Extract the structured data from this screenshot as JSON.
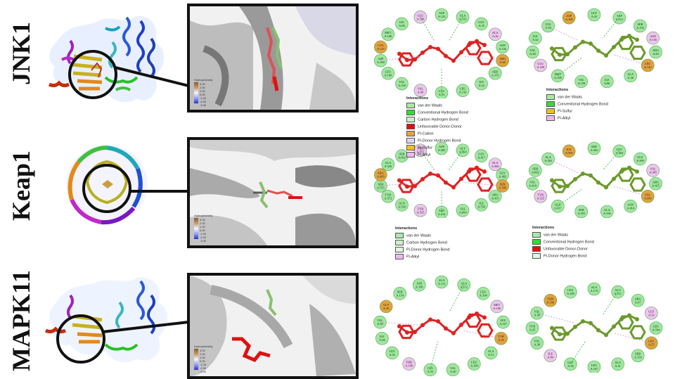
{
  "rows": [
    {
      "label": "JNK1",
      "ligand_color": "red",
      "interactions_main": {
        "title": "Interactions",
        "items": [
          "van der Waals",
          "Conventional Hydrogen Bond",
          "Carbon Hydrogen Bond",
          "Unfavorable Donor-Donor",
          "Pi-Cation",
          "Pi-Donor Hydrogen Bond",
          "Pi-Sulfur",
          "Pi-Alkyl"
        ],
        "colors": [
          "#a6eaa6",
          "#33dd33",
          "#ccf0cc",
          "#dd1111",
          "#e6a23a",
          "#ddd3f3",
          "#f0c020",
          "#f0b8f0"
        ]
      },
      "interactions_ref": {
        "title": "Interactions",
        "items": [
          "van der Waals",
          "Conventional Hydrogen Bond",
          "Pi-Sulfur",
          "Pi-Alkyl"
        ],
        "colors": [
          "#a6eaa6",
          "#33dd33",
          "#f0c020",
          "#f0b8f0"
        ]
      },
      "residues_main": [
        {
          "t": "ASP",
          "n": "A:112"
        },
        {
          "t": "ALA",
          "n": "A:113"
        },
        {
          "t": "GLY",
          "n": "A:35"
        },
        {
          "t": "ALA",
          "n": "A:36"
        },
        {
          "t": "ASN",
          "n": "A:156"
        },
        {
          "t": "ARG",
          "n": "A:69"
        },
        {
          "t": "SER",
          "n": "A:155"
        },
        {
          "t": "ILE",
          "n": "A:32"
        },
        {
          "t": "LEU",
          "n": "A:110"
        },
        {
          "t": "LYS",
          "n": "A:55"
        },
        {
          "t": "VAL",
          "n": "A:40"
        },
        {
          "t": "VAL",
          "n": "A:158"
        },
        {
          "t": "LEU",
          "n": "A:168"
        },
        {
          "t": "ASP",
          "n": "A:169"
        },
        {
          "t": "CYS",
          "n": "A:116"
        },
        {
          "t": "MET",
          "n": "A:108"
        },
        {
          "t": "ILE",
          "n": "A:86"
        },
        {
          "t": "GLU",
          "n": "A:109"
        }
      ],
      "residues_ref": [
        {
          "t": "GLY",
          "n": "A:35"
        },
        {
          "t": "ASP",
          "n": "A:112"
        },
        {
          "t": "SER",
          "n": "A:155"
        },
        {
          "t": "ASN",
          "n": "A:156"
        },
        {
          "t": "ARG",
          "n": "A:69"
        },
        {
          "t": "LEU",
          "n": "A:110"
        },
        {
          "t": "ALA",
          "n": "A:36"
        },
        {
          "t": "ILE",
          "n": "A:86"
        },
        {
          "t": "VAL",
          "n": "A:158"
        },
        {
          "t": "MET",
          "n": "A:108"
        },
        {
          "t": "GLU",
          "n": "A:109"
        },
        {
          "t": "VAL",
          "n": "A:40"
        },
        {
          "t": "ILE",
          "n": "A:32"
        },
        {
          "t": "LYS",
          "n": "A:55"
        },
        {
          "t": "ASP",
          "n": "A:169"
        }
      ]
    },
    {
      "label": "Keap1",
      "ligand_color": "red",
      "interactions_main": {
        "title": "Interactions",
        "items": [
          "van der Waals",
          "Carbon Hydrogen Bond",
          "Pi-Donor Hydrogen Bond",
          "Pi-Alkyl"
        ],
        "colors": [
          "#a6eaa6",
          "#ccf0cc",
          "#ddf7dd",
          "#f0b8f0"
        ]
      },
      "interactions_ref": {
        "title": "Interactions",
        "items": [
          "van der Waals",
          "Conventional Hydrogen Bond",
          "Unfavorable Donor-Donor",
          "Pi-Donor Hydrogen Bond"
        ],
        "colors": [
          "#a6eaa6",
          "#33dd33",
          "#dd1111",
          "#ddf7dd"
        ]
      },
      "residues_main": [
        {
          "t": "ASP",
          "n": "A:389"
        },
        {
          "t": "GLY",
          "n": "A:364"
        },
        {
          "t": "GLY",
          "n": "A:417"
        },
        {
          "t": "ALA",
          "n": "A:366"
        },
        {
          "t": "GLY",
          "n": "A:462"
        },
        {
          "t": "SER",
          "n": "A:508"
        },
        {
          "t": "ARG",
          "n": "A:415"
        },
        {
          "t": "ILE",
          "n": "A:559"
        },
        {
          "t": "VAL",
          "n": "A:604"
        },
        {
          "t": "ASN",
          "n": "A:414"
        },
        {
          "t": "TYR",
          "n": "A:525"
        },
        {
          "t": "GLN",
          "n": "A:530"
        },
        {
          "t": "TYR",
          "n": "A:572"
        },
        {
          "t": "SER",
          "n": "A:555"
        },
        {
          "t": "ARG",
          "n": "A:483"
        },
        {
          "t": "ALA",
          "n": "A:556"
        },
        {
          "t": "SER",
          "n": "A:602"
        },
        {
          "t": "PHE",
          "n": "A:577"
        }
      ],
      "residues_ref": [
        {
          "t": "SER",
          "n": "A:363"
        },
        {
          "t": "GLY",
          "n": "A:364"
        },
        {
          "t": "GLY",
          "n": "A:509"
        },
        {
          "t": "VAL",
          "n": "A:465"
        },
        {
          "t": "ARG",
          "n": "A:415"
        },
        {
          "t": "VAL",
          "n": "A:606"
        },
        {
          "t": "ASN",
          "n": "A:414"
        },
        {
          "t": "ALA",
          "n": "A:556"
        },
        {
          "t": "SER",
          "n": "A:555"
        },
        {
          "t": "GLY",
          "n": "A:417"
        },
        {
          "t": "TYR",
          "n": "A:525"
        },
        {
          "t": "VAL",
          "n": "A:418"
        },
        {
          "t": "SER",
          "n": "A:602"
        },
        {
          "t": "ALA",
          "n": "A:366"
        },
        {
          "t": "ILE",
          "n": "A:559"
        }
      ]
    },
    {
      "label": "MAPK11",
      "ligand_color": "red",
      "interactions_main": {
        "title": "",
        "items": [],
        "colors": []
      },
      "interactions_ref": {
        "title": "",
        "items": [],
        "colors": []
      },
      "residues_main": [
        {
          "t": "ALA",
          "n": "A:111"
        },
        {
          "t": "ALA",
          "n": "A:112"
        },
        {
          "t": "LEU",
          "n": "A:104"
        },
        {
          "t": "MET",
          "n": "A:106"
        },
        {
          "t": "LEU",
          "n": "A:167"
        },
        {
          "t": "TYR",
          "n": "A:35"
        },
        {
          "t": "ALA",
          "n": "A:51"
        },
        {
          "t": "LEU",
          "n": "A:108"
        },
        {
          "t": "VAL",
          "n": "A:30"
        },
        {
          "t": "LYS",
          "n": "A:53"
        },
        {
          "t": "THR",
          "n": "A:106"
        },
        {
          "t": "GLY",
          "n": "A:33"
        },
        {
          "t": "ILE",
          "n": "A:84"
        },
        {
          "t": "VAL",
          "n": "A:38"
        },
        {
          "t": "GLY",
          "n": "A:36"
        },
        {
          "t": "SER",
          "n": "A:154"
        },
        {
          "t": "ASP",
          "n": "A:168"
        }
      ],
      "residues_ref": [
        {
          "t": "ALA",
          "n": "A:172"
        },
        {
          "t": "ALA",
          "n": "A:111"
        },
        {
          "t": "ARG",
          "n": "A:67"
        },
        {
          "t": "GLY",
          "n": "A:33"
        },
        {
          "t": "LEU",
          "n": "A:104"
        },
        {
          "t": "LEU",
          "n": "A:55"
        },
        {
          "t": "SER",
          "n": "A:154"
        },
        {
          "t": "ALA",
          "n": "A:51"
        },
        {
          "t": "LEU",
          "n": "A:167"
        },
        {
          "t": "GLY",
          "n": "A:36"
        },
        {
          "t": "ILE",
          "n": "A:84"
        },
        {
          "t": "VAL",
          "n": "A:38"
        },
        {
          "t": "TYR",
          "n": "A:35"
        },
        {
          "t": "VAL",
          "n": "A:30"
        },
        {
          "t": "THR",
          "n": "A:106"
        },
        {
          "t": "LEU",
          "n": "A:108"
        }
      ]
    }
  ],
  "hydrophobicity": {
    "title": "Hydrophobicity",
    "ticks_top": [
      "3.00",
      "2.00",
      "1.00",
      "0.00",
      "-1.00",
      "-2.00",
      "-3.00"
    ],
    "ticks_mid": [
      "3.00",
      "2.00",
      "1.00",
      "0.00",
      "-1.00",
      "-2.00",
      "-3.00"
    ],
    "ticks_bot": [
      "3.00",
      "2.00",
      "1.00",
      "0.00",
      "-1.00",
      "-2.00",
      "-3.00"
    ]
  },
  "colors": {
    "ligand_red": "#dd2222",
    "ligand_green": "#6a9a2a",
    "residue_green": "#9ee89e",
    "residue_pink": "#f0c4f0",
    "residue_orange": "#e3a23a",
    "zoom_border": "#111111"
  }
}
